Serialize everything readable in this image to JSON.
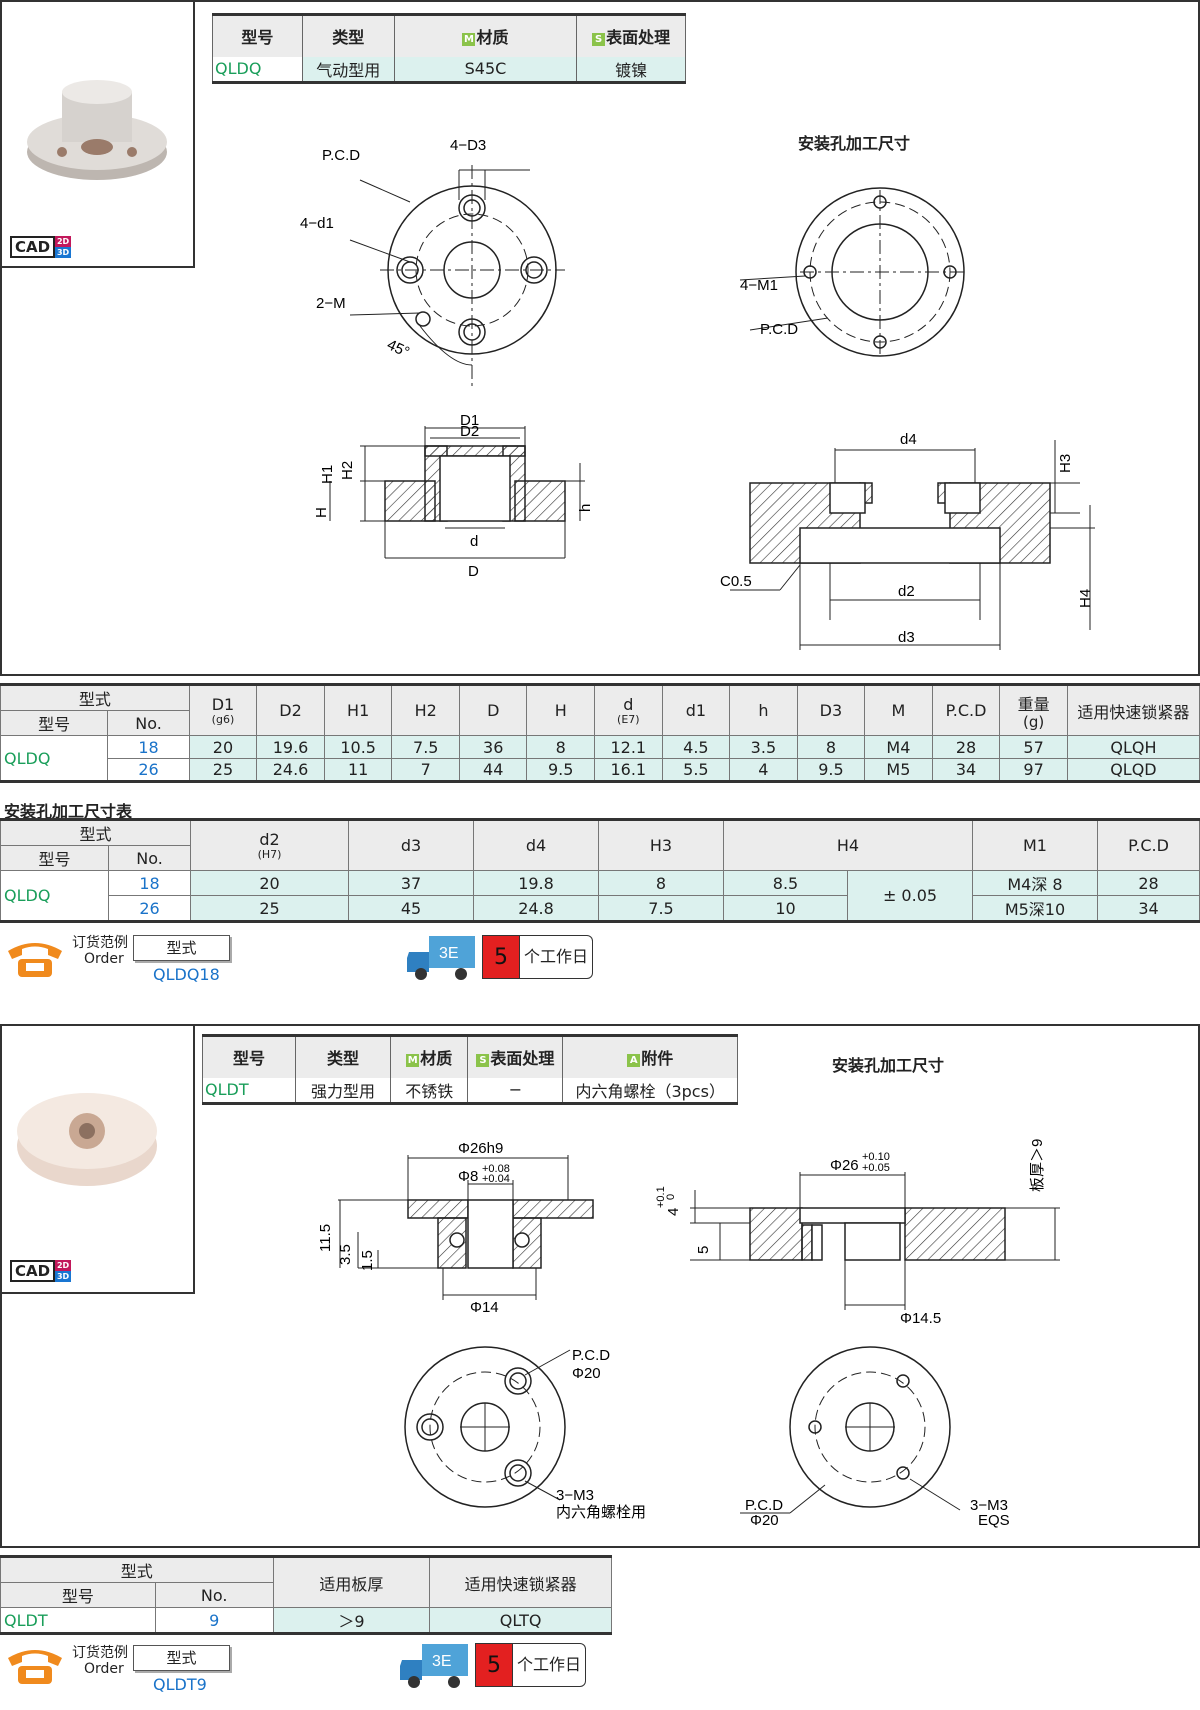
{
  "colors": {
    "accent_green": "#1a9e5a",
    "accent_blue": "#1a73c9",
    "cell_fill": "#dcf1ee",
    "header_fill": "#ececec",
    "red": "#e32020",
    "orange": "#f08a1d"
  },
  "p1": {
    "cad": {
      "label": "CAD",
      "d2": "2D",
      "d3": "3D"
    },
    "spec": {
      "headers": [
        "型号",
        "类型",
        "材质",
        "表面处理"
      ],
      "tags": [
        "M",
        "S"
      ],
      "row": [
        "QLDQ",
        "气动型用",
        "S45C",
        "镀镍"
      ]
    },
    "mount_title": "安装孔加工尺寸",
    "labels": {
      "pcd": "P.C.D",
      "d3n": "4−D3",
      "d1n": "4−d1",
      "m2": "2−M",
      "deg": "45°",
      "m1": "4−M1",
      "pcd2": "P.C.D",
      "D1": "D1",
      "D2": "D2",
      "H1": "H1",
      "H2": "H2",
      "H": "H",
      "h": "h",
      "d": "d",
      "D": "D",
      "d4": "d4",
      "H3": "H3",
      "H4": "H4",
      "c05": "C0.5",
      "d2": "d2",
      "d3": "d3"
    },
    "table": {
      "group": "型式",
      "model": "型号",
      "no": "No.",
      "cols": [
        [
          "D1",
          "(g6)"
        ],
        [
          "D2",
          ""
        ],
        [
          "H1",
          ""
        ],
        [
          "H2",
          ""
        ],
        [
          "D",
          ""
        ],
        [
          "H",
          ""
        ],
        [
          "d",
          "(E7)"
        ],
        [
          "d1",
          ""
        ],
        [
          "h",
          ""
        ],
        [
          "D3",
          ""
        ],
        [
          "M",
          ""
        ],
        [
          "P.C.D",
          ""
        ],
        [
          "重量",
          "(g)"
        ],
        [
          "适用快速锁紧器",
          ""
        ]
      ],
      "model_name": "QLDQ",
      "rows": [
        {
          "no": "18",
          "vals": [
            "20",
            "19.6",
            "10.5",
            "7.5",
            "36",
            "8",
            "12.1",
            "4.5",
            "3.5",
            "8",
            "M4",
            "28",
            "57"
          ],
          "clamp": "QLQH"
        },
        {
          "no": "26",
          "vals": [
            "25",
            "24.6",
            "11",
            "7",
            "44",
            "9.5",
            "16.1",
            "5.5",
            "4",
            "9.5",
            "M5",
            "34",
            "97"
          ],
          "clamp": "QLQD"
        }
      ]
    },
    "table2": {
      "title": "安装孔加工尺寸表",
      "group": "型式",
      "model": "型号",
      "no": "No.",
      "cols": [
        [
          "d2",
          "(H7)"
        ],
        [
          "d3",
          ""
        ],
        [
          "d4",
          ""
        ],
        [
          "H3",
          ""
        ],
        [
          "H4",
          ""
        ],
        [
          "M1",
          ""
        ],
        [
          "P.C.D",
          ""
        ]
      ],
      "model_name": "QLDQ",
      "tol": "± 0.05",
      "rows": [
        {
          "no": "18",
          "vals": [
            "20",
            "37",
            "19.8",
            "8",
            "8.5",
            "M4深 8",
            "28"
          ]
        },
        {
          "no": "26",
          "vals": [
            "25",
            "45",
            "24.8",
            "7.5",
            "10",
            "M5深10",
            "34"
          ]
        }
      ]
    },
    "order": {
      "label_cn": "订货范例",
      "label_en": "Order",
      "box": "型式",
      "code": "QLDQ18"
    },
    "delivery": {
      "num": "5",
      "text": "个工作日"
    }
  },
  "p2": {
    "cad": {
      "label": "CAD",
      "d2": "2D",
      "d3": "3D"
    },
    "spec": {
      "headers": [
        "型号",
        "类型",
        "材质",
        "表面处理",
        "附件"
      ],
      "tags": [
        "M",
        "S",
        "A"
      ],
      "row": [
        "QLDT",
        "强力型用",
        "不锈铁",
        "−",
        "内六角螺栓（3pcs）"
      ]
    },
    "mount_title": "安装孔加工尺寸",
    "labels": {
      "d26": "Φ26h9",
      "d8": "Φ8",
      "d8tol1": "+0.08",
      "d8tol2": "+0.04",
      "d14": "Φ14",
      "h115": "11.5",
      "h35": "3.5",
      "h15": "1.5",
      "d26b": "Φ26",
      "d26tol1": "+0.10",
      "d26tol2": "+0.05",
      "h4": "4",
      "h4tol1": "+0.1",
      "h4tol2": "0",
      "h5": "5",
      "thick": "板厚＞9",
      "d145": "Φ14.5",
      "pcd": "P.C.D",
      "phi20": "Φ20",
      "m3": "3−M3",
      "bolt": "内六角螺栓用",
      "pcd_b": "P.C.D",
      "phi20_b": "Φ20",
      "m3_b": "3−M3",
      "eqs": "EQS"
    },
    "table": {
      "group": "型式",
      "model": "型号",
      "no": "No.",
      "col_thick": "适用板厚",
      "col_clamp": "适用快速锁紧器",
      "row": {
        "model": "QLDT",
        "no": "9",
        "thick": "＞9",
        "clamp": "QLTQ"
      }
    },
    "order": {
      "label_cn": "订货范例",
      "label_en": "Order",
      "box": "型式",
      "code": "QLDT9"
    },
    "delivery": {
      "num": "5",
      "text": "个工作日"
    }
  }
}
